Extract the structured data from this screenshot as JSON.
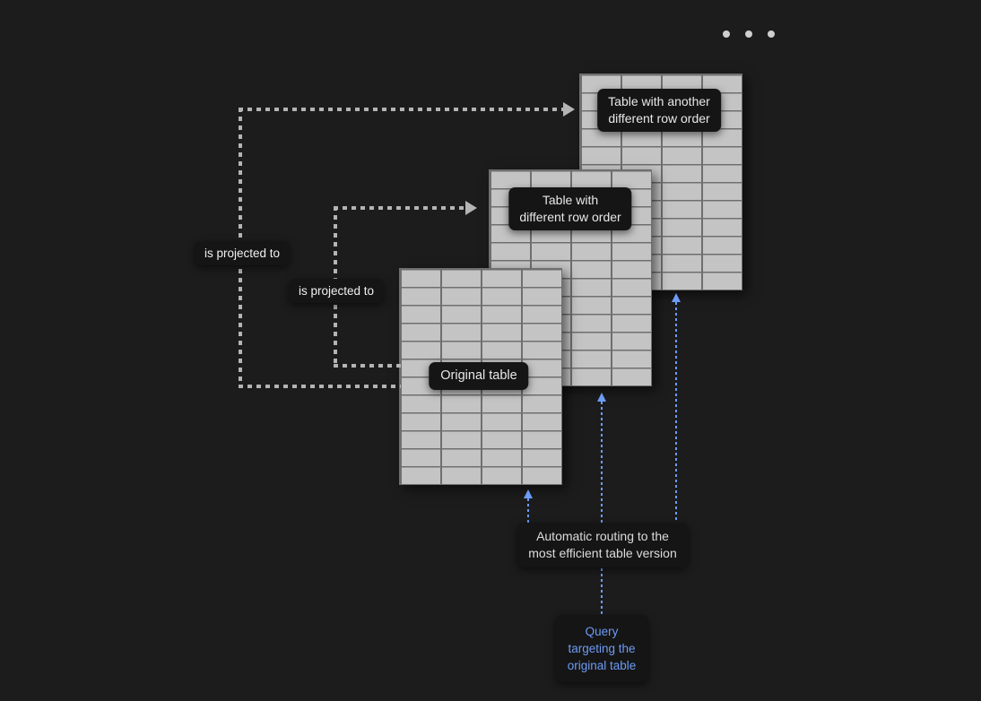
{
  "window": {
    "menu_dots_count": 3
  },
  "diagram": {
    "tables": {
      "original": {
        "label_lines": [
          "Original table"
        ],
        "columns": 4,
        "rows": 12
      },
      "different_order": {
        "label_lines": [
          "Table with",
          "different row order"
        ],
        "columns": 4,
        "rows": 12
      },
      "another_order": {
        "label_lines": [
          "Table with another",
          "different row order"
        ],
        "columns": 4,
        "rows": 12
      }
    },
    "edges": {
      "projection_to_another": {
        "label": "is projected to"
      },
      "projection_to_different": {
        "label": "is projected to"
      }
    },
    "routing": {
      "lines": [
        "Automatic routing to the",
        "most efficient table version"
      ]
    },
    "query": {
      "lines": [
        "Query",
        "targeting the",
        "original table"
      ]
    },
    "colors": {
      "background": "#1c1c1c",
      "table_fill": "#c4c4c4",
      "table_grid_line": "#6f6f6f",
      "note_background": "#151515",
      "note_text": "#e8e8e8",
      "projection_arrow": "#b4b4b4",
      "query_accent": "#6d9bf5"
    }
  }
}
